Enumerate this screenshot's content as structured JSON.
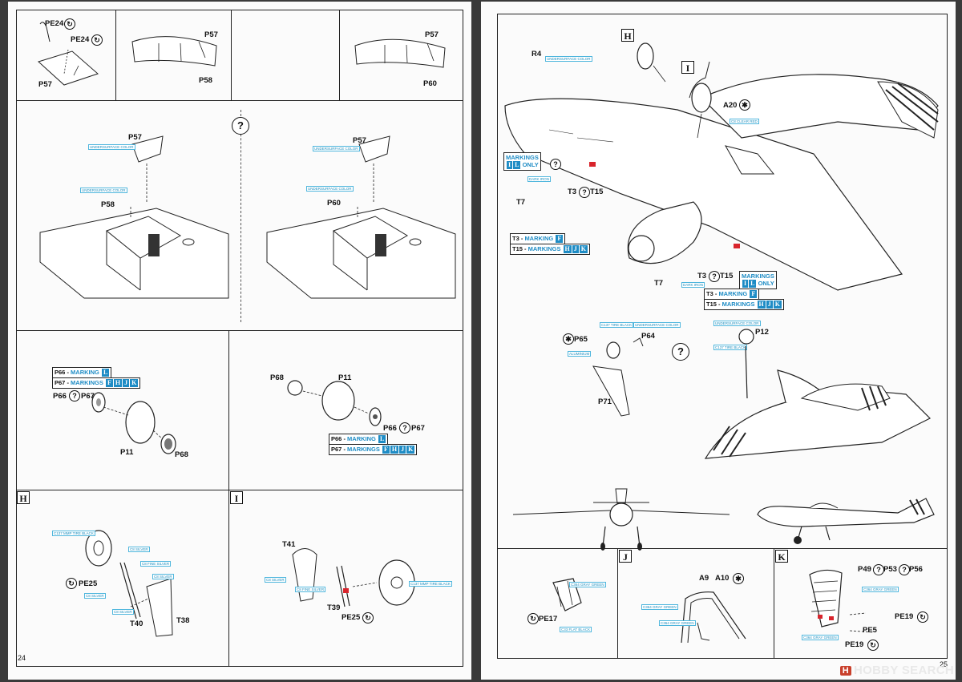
{
  "left_page": {
    "page_number": "24",
    "step_top_1": {
      "parts": [
        "PE24",
        "PE24",
        "P57"
      ]
    },
    "step_top_2": {
      "parts": [
        "P57",
        "P58"
      ]
    },
    "step_top_3": {
      "parts": [
        "P57",
        "P60"
      ]
    },
    "step_fuselage": {
      "question_mark": "?",
      "left": {
        "parts": [
          "P57",
          "P58"
        ],
        "notes": [
          "UNDERSURFACE COLOR",
          "UNDERSURFACE COLOR"
        ]
      },
      "right": {
        "parts": [
          "P57",
          "P60"
        ],
        "notes": [
          "UNDERSURFACE COLOR",
          "UNDERSURFACE COLOR"
        ]
      }
    },
    "step_wheel_left": {
      "marking_lines": [
        {
          "part": "P66",
          "text": "MARKING",
          "codes": [
            "L"
          ]
        },
        {
          "part": "P67",
          "text": "MARKINGS",
          "codes": [
            "F",
            "H",
            "J",
            "K"
          ]
        }
      ],
      "choice": {
        "a": "P66",
        "b": "P67"
      },
      "parts": [
        "P11",
        "P68"
      ]
    },
    "step_wheel_right": {
      "parts": [
        "P68",
        "P11"
      ],
      "choice": {
        "a": "P66",
        "b": "P67"
      },
      "marking_lines": [
        {
          "part": "P66",
          "text": "MARKING",
          "codes": [
            "L"
          ]
        },
        {
          "part": "P67",
          "text": "MARKINGS",
          "codes": [
            "F",
            "H",
            "J",
            "K"
          ]
        }
      ]
    },
    "section_H": {
      "letter": "H",
      "parts": [
        "PE25",
        "T40",
        "T38"
      ],
      "notes": [
        "C137 MMP TIRE BLACK",
        "C8 SILVER",
        "C8 FINE SILVER",
        "C8 SILVER",
        "C8 SILVER",
        "C8 SILVER"
      ]
    },
    "section_I": {
      "letter": "I",
      "parts": [
        "T41",
        "T39",
        "PE25"
      ],
      "notes": [
        "C8 SILVER",
        "C8 FINE SILVER",
        "C137 MMP TIRE BLACK"
      ]
    }
  },
  "right_page": {
    "page_number": "25",
    "main": {
      "section_letters": [
        "H",
        "I"
      ],
      "parts": [
        "R4",
        "A20",
        "T7",
        "T3",
        "T15",
        "T7",
        "T3",
        "T15"
      ],
      "notes": [
        "UNDERSURFACE COLOR",
        "C8 CLEAR RED",
        "DARK IRON",
        "DARK IRON"
      ],
      "markings_box_1": {
        "text": "MARKINGS",
        "codes": [
          "I",
          "L"
        ],
        "suffix": "ONLY"
      },
      "markings_box_2": {
        "text": "MARKINGS",
        "codes": [
          "I",
          "L"
        ],
        "suffix": "ONLY"
      },
      "marking_lines_1": [
        {
          "part": "T3",
          "text": "MARKING",
          "codes": [
            "F"
          ]
        },
        {
          "part": "T15",
          "text": "MARKINGS",
          "codes": [
            "H",
            "J",
            "K"
          ]
        }
      ],
      "marking_lines_2": [
        {
          "part": "T3",
          "text": "MARKING",
          "codes": [
            "F"
          ]
        },
        {
          "part": "T15",
          "text": "MARKINGS",
          "codes": [
            "H",
            "J",
            "K"
          ]
        }
      ]
    },
    "wheel_step": {
      "parts": [
        "P65",
        "P64",
        "P71",
        "P12"
      ],
      "question_mark": "?",
      "notes": [
        "C137 TIRE BLACK",
        "UNDERSURFACE COLOR",
        "ALUMINIUM",
        "UNDERSURFACE COLOR",
        "C137 TIRE BLACK"
      ]
    },
    "section_J": {
      "letter": "J",
      "parts": [
        "A9",
        "A10"
      ],
      "notes": [
        "C364 GRAY GREEN",
        "C364 GRAY GREEN"
      ]
    },
    "section_left_bottom": {
      "parts": [
        "PE17"
      ],
      "notes": [
        "C364 GRAY GREEN",
        "C33 FLAT BLACK"
      ]
    },
    "section_K": {
      "letter": "K",
      "parts": [
        "P49",
        "P53",
        "P56",
        "PE5",
        "PE19",
        "PE19"
      ],
      "notes": [
        "C364 GRAY GREEN",
        "C364 GRAY GREEN"
      ]
    }
  },
  "watermark": {
    "logo": "H",
    "text": "HOBBY SEARCH"
  },
  "colors": {
    "callout": "#1e8cc5",
    "red_part": "#d8242c",
    "ink": "#111111"
  }
}
